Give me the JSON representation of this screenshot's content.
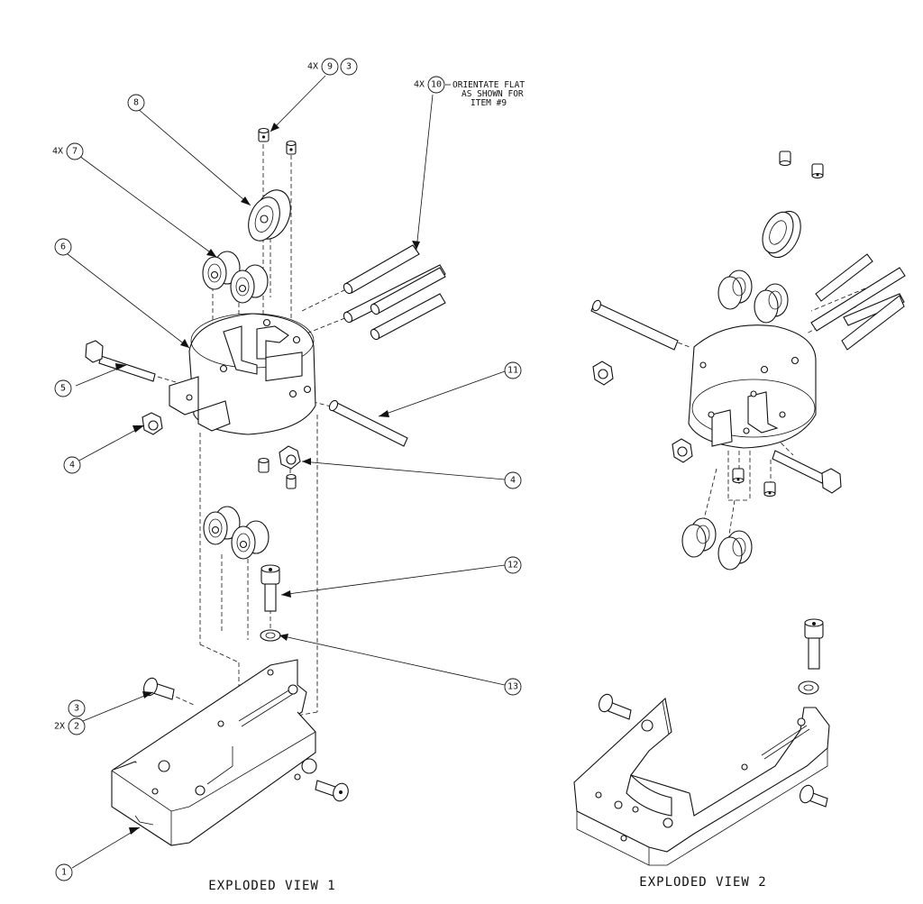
{
  "views": {
    "view1_title": "EXPLODED VIEW 1",
    "view2_title": "EXPLODED VIEW 2"
  },
  "callouts": {
    "c1": "1",
    "c2": "2",
    "c3a": "3",
    "c3b": "3",
    "c4a": "4",
    "c4b": "4",
    "c5": "5",
    "c6": "6",
    "c7": "7",
    "c8": "8",
    "c9": "9",
    "c10": "10",
    "c11": "11",
    "c12": "12",
    "c13": "13"
  },
  "quantities": {
    "q9": "4X",
    "q10": "4X",
    "q7": "4X",
    "q2": "2X"
  },
  "note": {
    "line1": "ORIENTATE FLAT",
    "line2": "AS SHOWN FOR",
    "line3": "ITEM #9"
  }
}
